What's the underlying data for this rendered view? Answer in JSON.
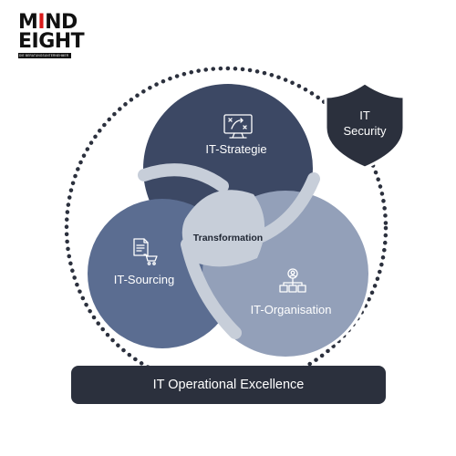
{
  "logo": {
    "line1_pre": "M",
    "line1_dotted": "I",
    "line1_post": "ND",
    "line2": "EIGHT",
    "tagline": "DIE BERATUNGSUNTERNEHMER"
  },
  "diagram": {
    "center_label": "Transformation",
    "circles": [
      {
        "label": "IT-Strategie",
        "icon": "monitor-strategy-icon",
        "color": "#3c4864"
      },
      {
        "label": "IT-Sourcing",
        "icon": "document-cart-icon",
        "color": "#5b6d91"
      },
      {
        "label": "IT-Organisation",
        "icon": "org-chart-icon",
        "color": "#93a0b9"
      }
    ],
    "shield": {
      "line1": "IT",
      "line2": "Security",
      "color": "#2b303d"
    },
    "bar": {
      "label": "IT Operational Excellence",
      "color": "#2b303d"
    },
    "overlap_color": "#c7ced9",
    "ring_style": "dotted"
  }
}
